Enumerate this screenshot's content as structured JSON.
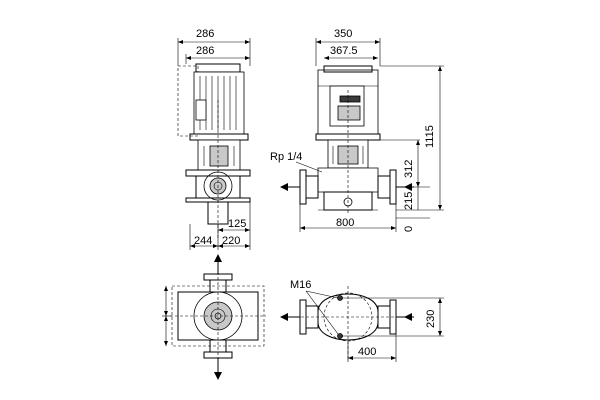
{
  "dimensions": {
    "front_top_outer": "286",
    "front_top_inner": "286",
    "side_top_outer": "350",
    "side_top_inner": "367.5",
    "overall_height": "1115",
    "height_312": "312",
    "height_215": "215",
    "zero": "0",
    "port_thread": "Rp 1/4",
    "width_800": "800",
    "offset_125": "125",
    "width_244": "244",
    "width_220": "220",
    "bolt_thread": "M16",
    "depth_230": "230",
    "width_400": "400"
  }
}
